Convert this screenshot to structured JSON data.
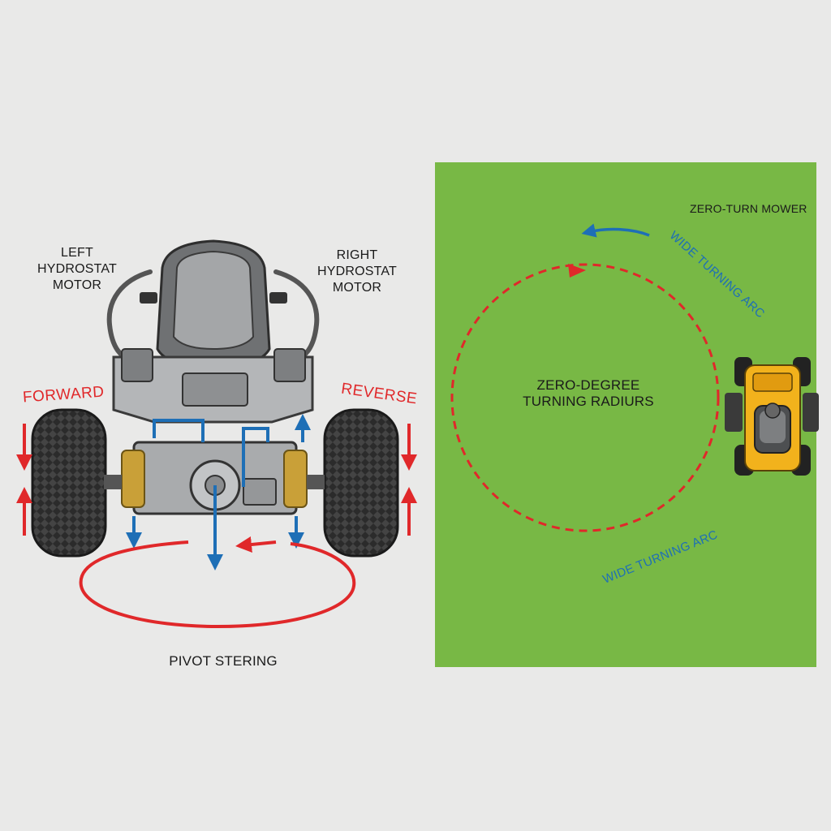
{
  "labels": {
    "left_motor": "LEFT\nHYDROSTAT\nMOTOR",
    "right_motor": "RIGHT\nHYDROSTAT\nMOTOR",
    "forward": "FORWARD",
    "reverse": "REVERSE",
    "pivot_steering": "PIVOT STERING",
    "zero_turn_mower": "ZERO-TURN MOWER",
    "wide_arc_top": "WIDE TURNING ARC",
    "wide_arc_bottom": "WIDE TURNING ARC",
    "zero_radius": "ZERO-DEGREE\nTURNING RADIURS"
  },
  "colors": {
    "background": "#e9e9e8",
    "grass": "#78b845",
    "arrow_red": "#e0282a",
    "arrow_blue": "#1e6fb6",
    "mower_yellow": "#f2b21c",
    "chassis_gray": "#9a9c9e"
  }
}
